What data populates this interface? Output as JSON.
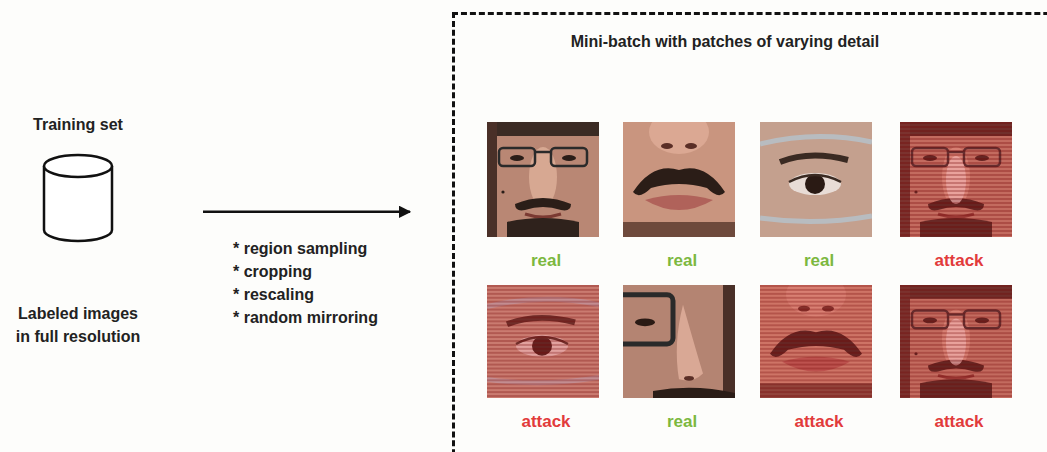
{
  "diagram": {
    "nodes": [
      {
        "text": [
          "Training set",
          "Labeled images in full resolution"
        ]
      },
      {
        "text": [
          "Mini-batch with patches of varying detail"
        ]
      },
      {
        "text": [
          "real"
        ],
        "in": 1
      },
      {
        "text": [
          "real"
        ],
        "in": 1
      },
      {
        "text": [
          "real"
        ],
        "in": 1
      },
      {
        "text": [
          "attack"
        ],
        "in": 1
      },
      {
        "text": [
          "attack"
        ],
        "in": 1
      },
      {
        "text": [
          "real"
        ],
        "in": 1
      },
      {
        "text": [
          "attack"
        ],
        "in": 1
      },
      {
        "text": [
          "attack"
        ],
        "in": 1
      }
    ],
    "edges": [
      {
        "from": 0,
        "to": 1,
        "arrow": "to"
      }
    ],
    "labels": [
      "* region sampling",
      "* cropping",
      "* rescaling",
      "* random mirroring"
    ]
  }
}
